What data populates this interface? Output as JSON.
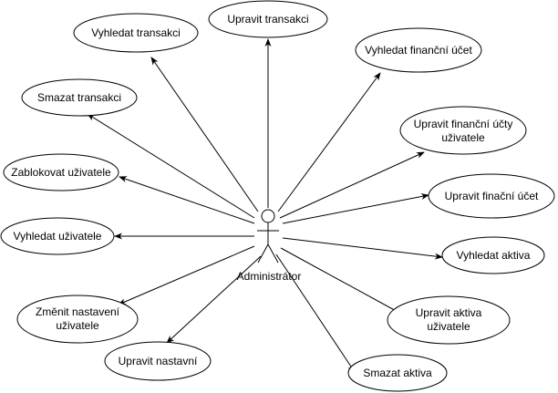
{
  "actor": {
    "name": "Administrátor"
  },
  "use_cases": {
    "upravit_transakci": [
      "Upravit transakci"
    ],
    "vyhledat_transakci": [
      "Vyhledat transakci"
    ],
    "vyhledat_financni_ucet": [
      "Vyhledat finanční účet"
    ],
    "smazat_transakci": [
      "Smazat transakci"
    ],
    "upravit_financni_ucty": [
      "Upravit finanční účty",
      "uživatele"
    ],
    "zablokovat_uzivatele": [
      "Zablokovat uživatele"
    ],
    "upravit_financni_ucet": [
      "Upravit finační účet"
    ],
    "vyhledat_uzivatele": [
      "Vyhledat uživatele"
    ],
    "vyhledat_aktiva": [
      "Vyhledat aktiva"
    ],
    "zmenit_nastaveni": [
      "Změnit nastavení",
      "uživatele"
    ],
    "upravit_aktiva": [
      "Upravit aktiva",
      "uživatele"
    ],
    "upravit_nastavni": [
      "Upravit nastavní"
    ],
    "smazat_aktiva": [
      "Smazat aktiva"
    ]
  }
}
